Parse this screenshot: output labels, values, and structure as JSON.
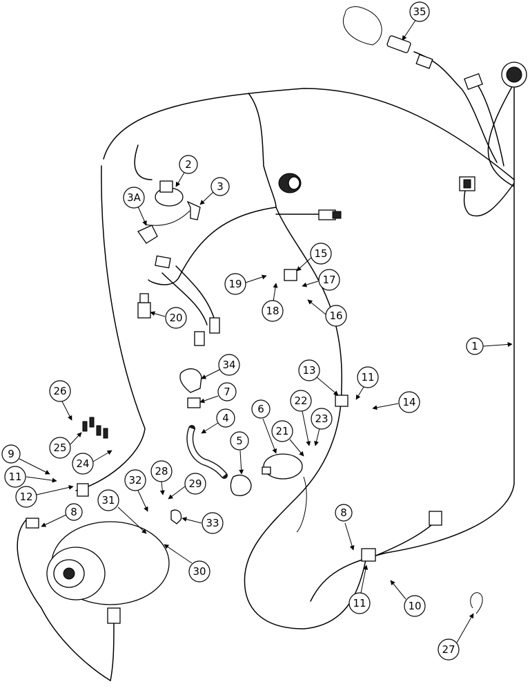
{
  "callouts": {
    "c1": "1",
    "c2": "2",
    "c3": "3",
    "c3a": "3A",
    "c4": "4",
    "c5": "5",
    "c6": "6",
    "c7": "7",
    "c8a": "8",
    "c8b": "8",
    "c9": "9",
    "c10": "10",
    "c11a": "11",
    "c11b": "11",
    "c11c": "11",
    "c12": "12",
    "c13": "13",
    "c14": "14",
    "c15": "15",
    "c16": "16",
    "c17": "17",
    "c18": "18",
    "c19": "19",
    "c20": "20",
    "c21": "21",
    "c22": "22",
    "c23": "23",
    "c24": "24",
    "c25": "25",
    "c26": "26",
    "c27": "27",
    "c28": "28",
    "c29": "29",
    "c30": "30",
    "c31": "31",
    "c32": "32",
    "c33": "33",
    "c34": "34",
    "c35": "35"
  }
}
